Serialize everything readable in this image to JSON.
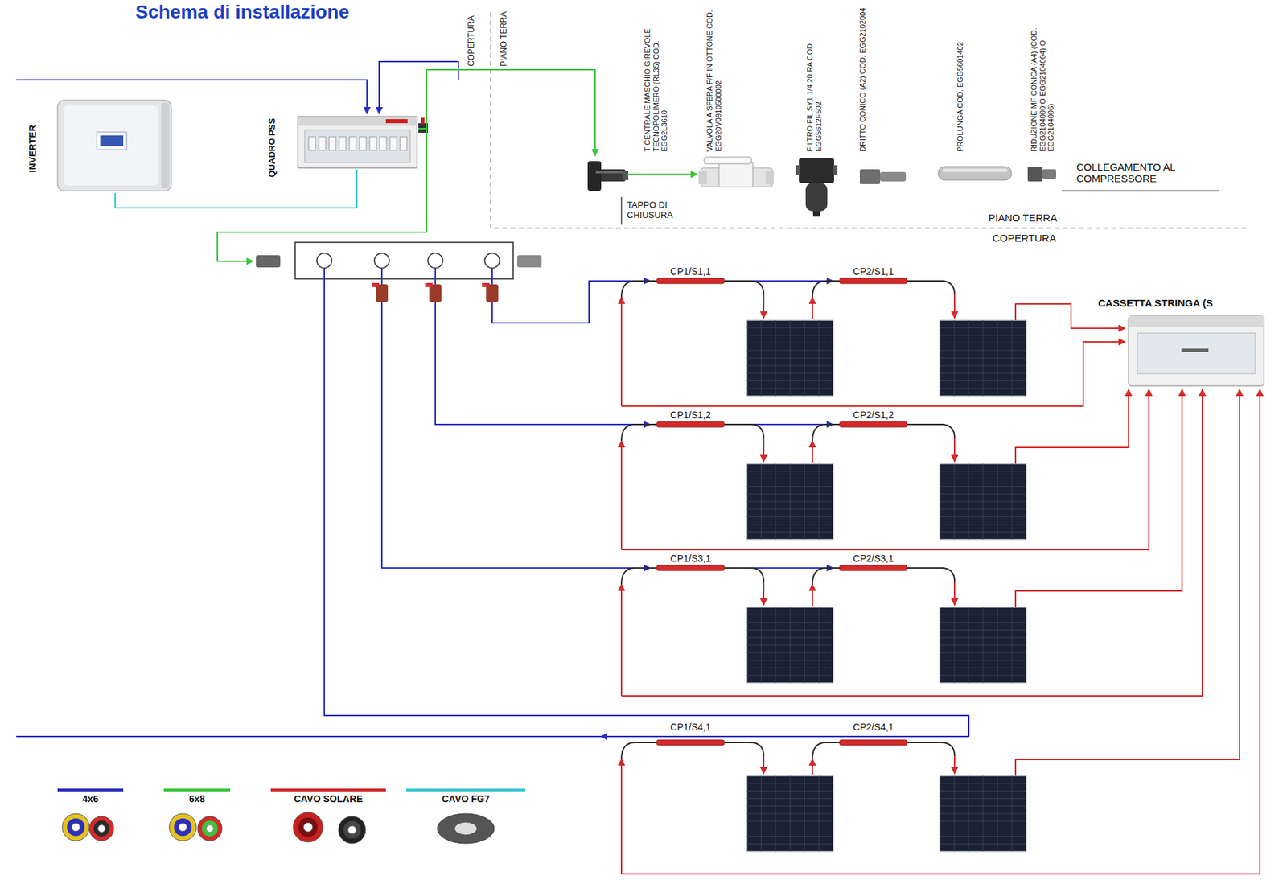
{
  "diagram": {
    "title": "Schema di installazione",
    "nodes": [
      {
        "text": [
          "INVERTER"
        ]
      },
      {
        "text": [
          "QUADRO PSS"
        ]
      },
      {
        "text": [
          "T CENTRALE MASCHIO GIREVOLE TECNOPOLIMERO (RL35) COD. EGG2L3610"
        ]
      },
      {
        "text": [
          "VALVOLA A SFERA F/F IN OTTONE COD. EGG20V0910500002"
        ]
      },
      {
        "text": [
          "FILTRO FIL SY1 1/4 20 RA COD. EGG5612F502"
        ]
      },
      {
        "text": [
          "DRITTO CONICO (A2) COD. EGG2102004"
        ]
      },
      {
        "text": [
          "PROLUNGA COD. EGG5601402"
        ]
      },
      {
        "text": [
          "RIDUZIONE MF CONICA (A4) (COD. EGG2104000 O EGG2104004) O EGG2104006)"
        ]
      },
      {
        "text": [
          "CASSETTA STRINGA (S"
        ]
      }
    ],
    "edges": [
      {
        "from": 0,
        "to": 1,
        "arrow": "none"
      },
      {
        "from": 1,
        "to": 2,
        "arrow": "to"
      },
      {
        "from": 2,
        "to": 3,
        "arrow": "to"
      }
    ],
    "labels": [
      "COPERTURA",
      "PIANO TERRA",
      "TAPPO DI CHIUSURA",
      "COLLEGAMENTO AL COMPRESSORE",
      "PIANO TERRA",
      "COPERTURA",
      "CP1/S1,1",
      "CP2/S1,1",
      "CP1/S1,2",
      "CP2/S1,2",
      "CP1/S3,1",
      "CP2/S3,1",
      "CP1/S4,1",
      "CP2/S4,1"
    ],
    "legend": [
      {
        "text": "4x6",
        "color": "#2b2fc0"
      },
      {
        "text": "6x8",
        "color": "#3cc43c"
      },
      {
        "text": "CAVO SOLARE",
        "color": "#d42a2a"
      },
      {
        "text": "CAVO FG7",
        "color": "#3ec8d0"
      }
    ]
  }
}
